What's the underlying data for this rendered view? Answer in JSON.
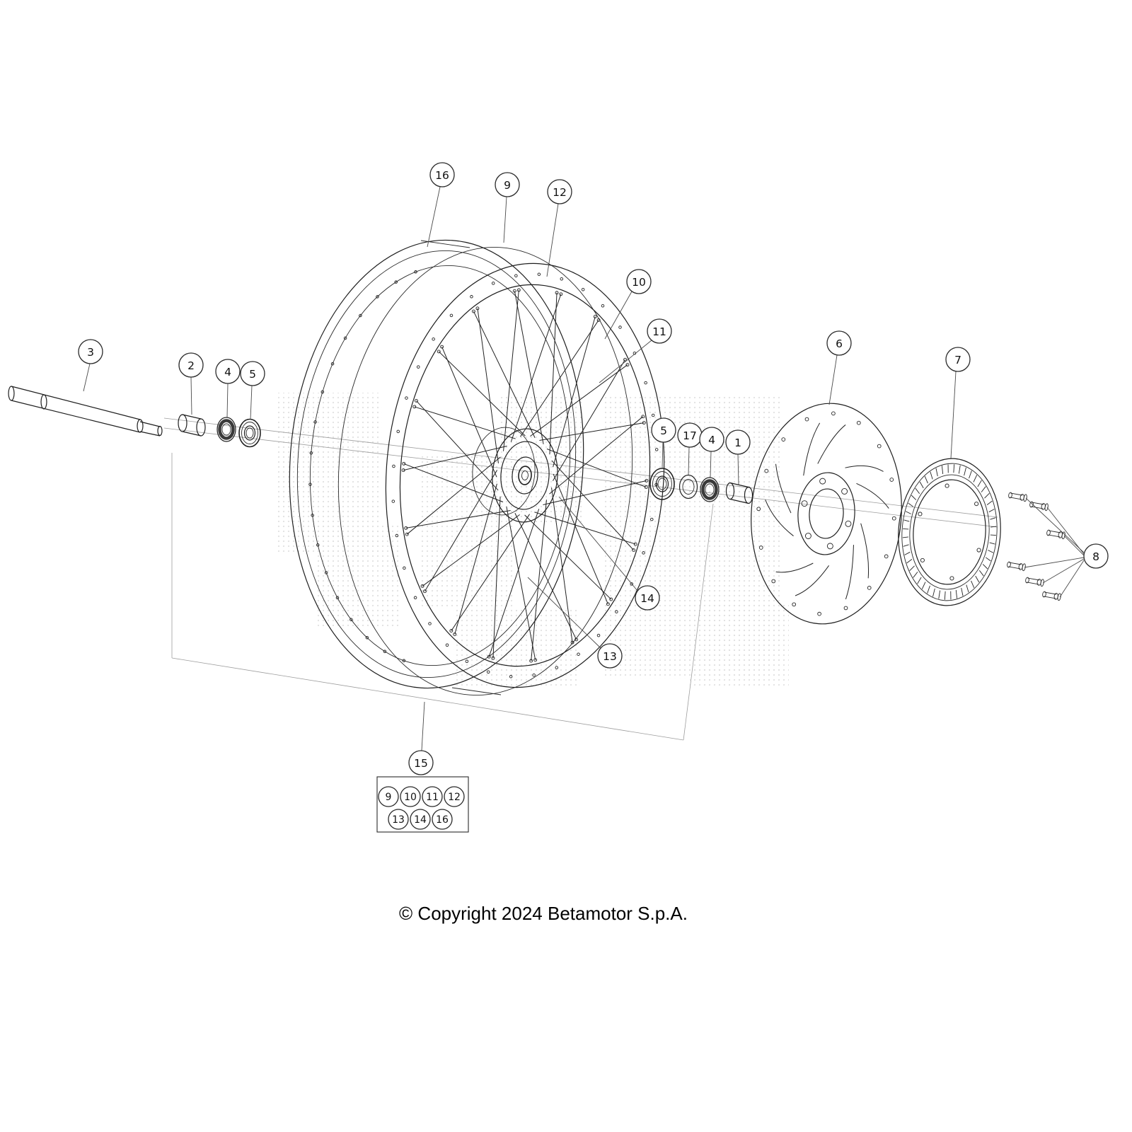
{
  "page": {
    "copyright": "© Copyright 2024 Betamotor S.p.A."
  },
  "callouts": {
    "c1": "1",
    "c2": "2",
    "c3": "3",
    "c4a": "4",
    "c4b": "4",
    "c5a": "5",
    "c5b": "5",
    "c6": "6",
    "c7": "7",
    "c8": "8",
    "c9": "9",
    "c10": "10",
    "c11": "11",
    "c12": "12",
    "c13": "13",
    "c14": "14",
    "c15": "15",
    "c16": "16",
    "c17": "17"
  },
  "legend": {
    "row1": [
      "9",
      "10",
      "11",
      "12"
    ],
    "row2": [
      "13",
      "14",
      "16"
    ]
  }
}
